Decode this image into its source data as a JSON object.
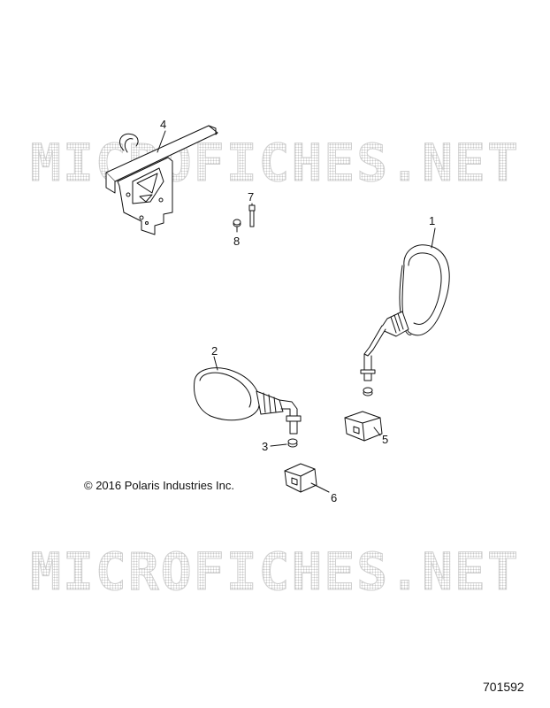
{
  "watermark": "MICROFICHES.NET",
  "callouts": [
    "1",
    "2",
    "3",
    "4",
    "5",
    "6",
    "7",
    "8"
  ],
  "copyright": "© 2016 Polaris Industries Inc.",
  "drawing_number": "701592"
}
